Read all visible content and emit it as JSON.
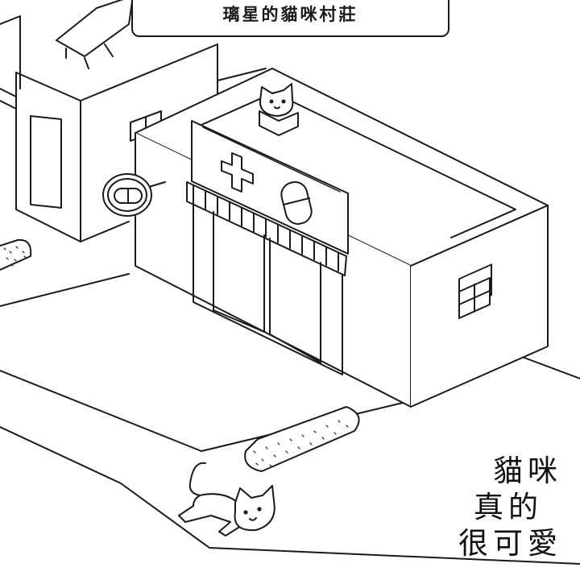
{
  "header": {
    "title": "璃星的貓咪村莊"
  },
  "caption": {
    "line1": "貓咪",
    "line2": "真的",
    "line3": "很可愛"
  },
  "scene": {
    "buildings": [
      "neighbor-house",
      "pharmacy"
    ],
    "pharmacy_sign_icons": [
      "cross-icon",
      "pill-capsule-icon"
    ],
    "characters": [
      "cat-on-roof",
      "walking-cat"
    ]
  },
  "colors": {
    "ink": "#1a1a1a",
    "paper": "#ffffff"
  }
}
